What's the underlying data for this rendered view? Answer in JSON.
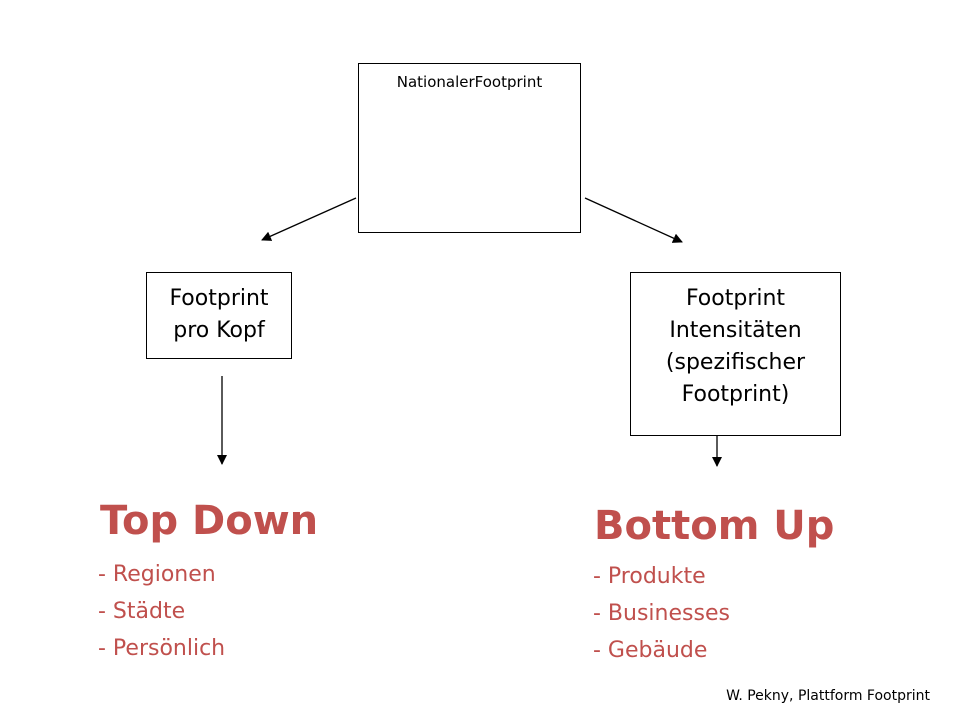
{
  "nodes": {
    "national": {
      "lines": [
        "NationalerFootprint"
      ]
    },
    "per_capita": {
      "lines": [
        "Footprint",
        "pro Kopf"
      ]
    },
    "intensities": {
      "lines": [
        "Footprint",
        "Intensitäten",
        "(spezifischer",
        "Footprint)"
      ]
    }
  },
  "approaches": {
    "top_down": {
      "heading": "Top Down",
      "items": [
        "- Regionen",
        "- Städte",
        "- Persönlich"
      ]
    },
    "bottom_up": {
      "heading": "Bottom Up",
      "items": [
        "- Produkte",
        "- Businesses",
        "- Gebäude"
      ]
    }
  },
  "footer": {
    "credit": "W. Pekny, Plattform Footprint"
  },
  "colors": {
    "accent": "#c0504d",
    "lines": "#000000"
  }
}
